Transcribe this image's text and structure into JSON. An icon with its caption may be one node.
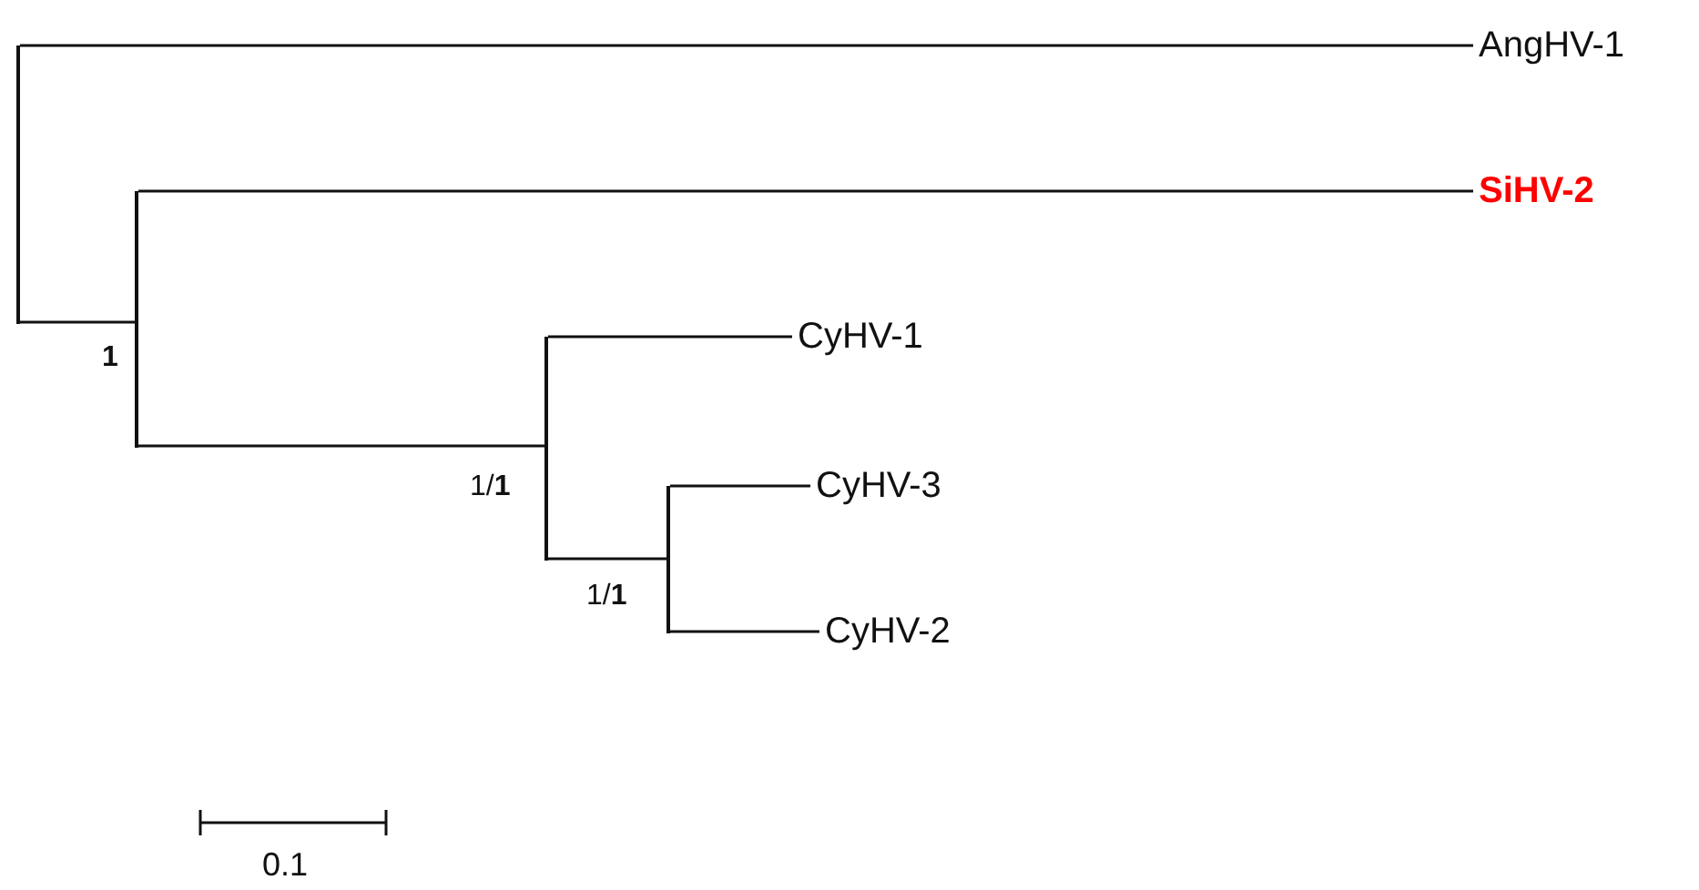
{
  "diagram": {
    "nodes": [
      {
        "text": [],
        "shape": "bar"
      },
      {
        "text": [
          "AngHV-1"
        ]
      },
      {
        "text": [],
        "shape": "bar",
        "beside": [
          "1"
        ]
      },
      {
        "text": [
          "SiHV-2"
        ]
      },
      {
        "text": [],
        "shape": "bar",
        "beside": [
          "1/**1**"
        ]
      },
      {
        "text": [
          "CyHV-1"
        ]
      },
      {
        "text": [],
        "shape": "bar",
        "beside": [
          "1/**1**"
        ]
      },
      {
        "text": [
          "CyHV-3"
        ]
      },
      {
        "text": [
          "CyHV-2"
        ]
      }
    ],
    "edges": [
      {
        "from": 0,
        "to": 1,
        "arrow": "none"
      },
      {
        "from": 0,
        "to": 2,
        "arrow": "none"
      },
      {
        "from": 2,
        "to": 3,
        "arrow": "none"
      },
      {
        "from": 2,
        "to": 4,
        "arrow": "none"
      },
      {
        "from": 4,
        "to": 5,
        "arrow": "none"
      },
      {
        "from": 4,
        "to": 6,
        "arrow": "none"
      },
      {
        "from": 6,
        "to": 7,
        "arrow": "none"
      },
      {
        "from": 6,
        "to": 8,
        "arrow": "none"
      }
    ],
    "labels": [
      "0.1"
    ]
  }
}
